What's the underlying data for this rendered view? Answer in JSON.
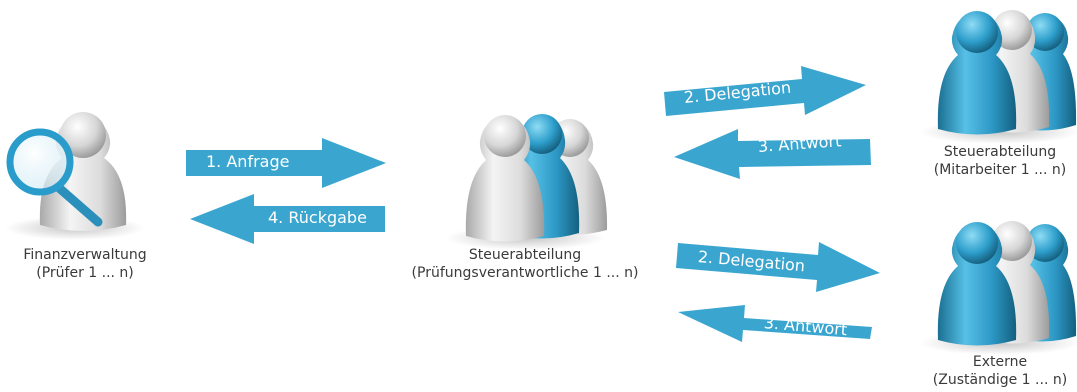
{
  "actors": {
    "finanzverwaltung": {
      "line1": "Finanzverwaltung",
      "line2": "(Prüfer 1 ... n)"
    },
    "steuerabteilung_pruefung": {
      "line1": "Steuerabteilung",
      "line2": "(Prüfungsverantwortliche 1 ... n)"
    },
    "steuerabteilung_mitarbeiter": {
      "line1": "Steuerabteilung",
      "line2": "(Mitarbeiter 1 ... n)"
    },
    "externe": {
      "line1": "Externe",
      "line2": "(Zuständige 1 ... n)"
    }
  },
  "arrows": {
    "anfrage": "1. Anfrage",
    "rueckgabe": "4. Rückgabe",
    "delegation_top": "2. Delegation",
    "antwort_top": "3. Antwort",
    "delegation_bottom": "2. Delegation",
    "antwort_bottom": "3. Antwort"
  },
  "colors": {
    "accent_blue": "#3aa6d0",
    "figure_grey": "#cfcfcf",
    "text": "#3a3a3a"
  }
}
